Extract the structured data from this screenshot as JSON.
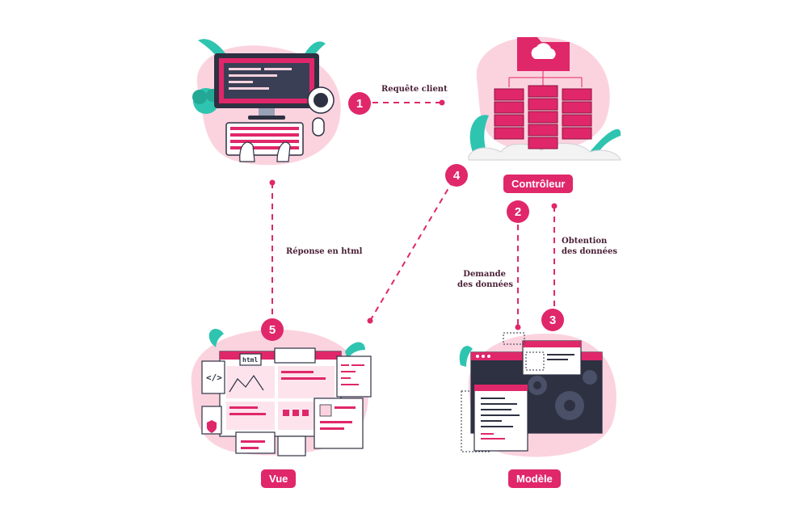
{
  "nodes": {
    "controller": {
      "label": "Contrôleur"
    },
    "view": {
      "label": "Vue"
    },
    "model": {
      "label": "Modèle"
    }
  },
  "steps": [
    "1",
    "2",
    "3",
    "4",
    "5"
  ],
  "edges": {
    "client_request": "Requête client",
    "data_request": [
      "Demande",
      "des données"
    ],
    "data_retrieval": [
      "Obtention",
      "des données"
    ],
    "html_response": "Réponse en html"
  },
  "illustration_text": {
    "code_tag": "</>",
    "html_tag": "html"
  },
  "colors": {
    "accent": "#e0276a",
    "blob": "#fbd3df",
    "teal": "#2ec4b0",
    "dark": "#2d3142",
    "text": "#4a2036"
  },
  "icons": [
    "desktop-computer-icon",
    "keyboard-icon",
    "mouse-icon",
    "coffee-cup-icon",
    "plant-icon",
    "cloud-folder-icon",
    "server-rack-icon",
    "browser-window-icon",
    "gear-icon",
    "document-icon",
    "code-icon",
    "line-chart-icon",
    "shield-icon",
    "avatar-icon"
  ]
}
